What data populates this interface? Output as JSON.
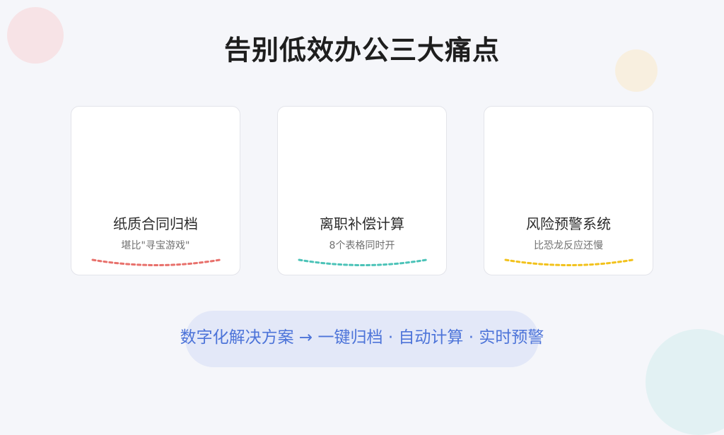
{
  "title": "告别低效办公三大痛点",
  "cards": [
    {
      "title": "纸质合同归档",
      "subtitle": "堪比\"寻宝游戏\"",
      "accent": "#e8716c"
    },
    {
      "title": "离职补偿计算",
      "subtitle": "8个表格同时开",
      "accent": "#4cc3b8"
    },
    {
      "title": "风险预警系统",
      "subtitle": "比恐龙反应还慢",
      "accent": "#f2c21d"
    }
  ],
  "solution": "数字化解决方案 → 一键归档 · 自动计算 · 实时预警",
  "colors": {
    "background": "#f5f6fa",
    "solution_bg": "#e3e8f8",
    "solution_text": "#4d74d9"
  }
}
